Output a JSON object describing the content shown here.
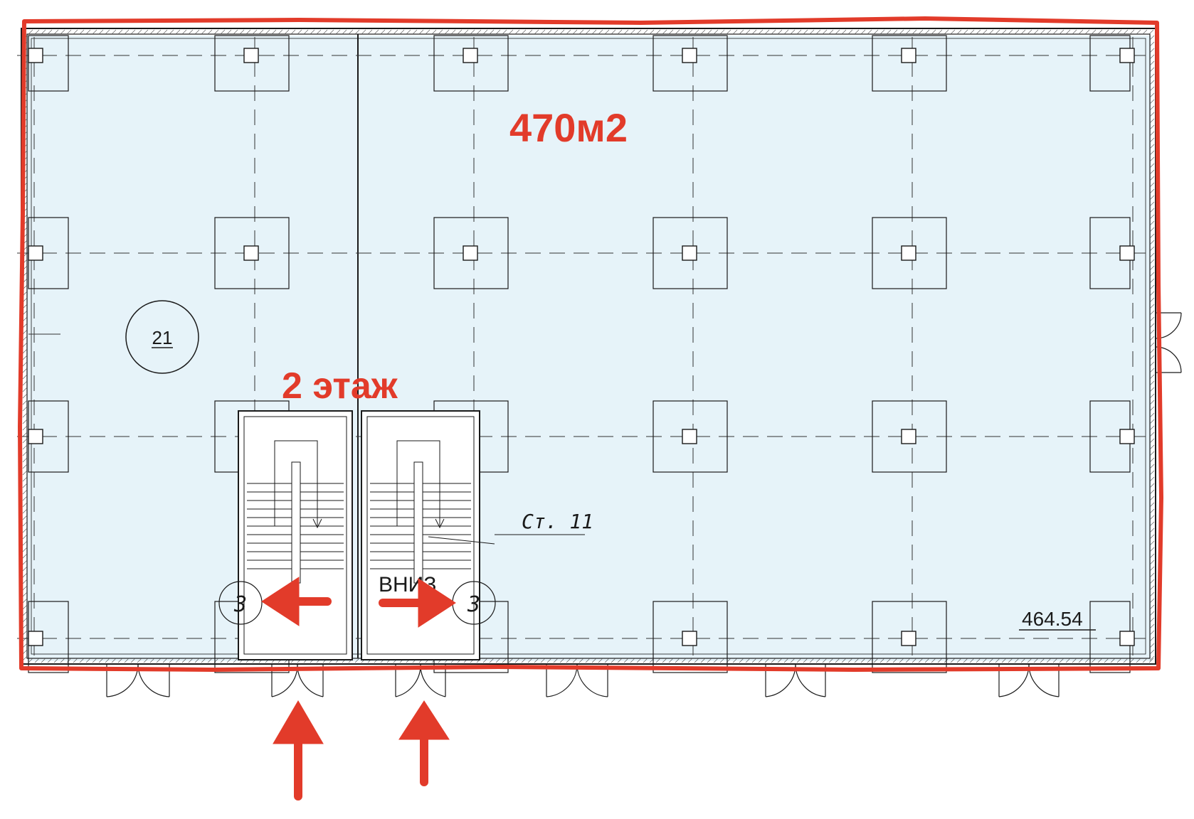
{
  "plan": {
    "area_label": "470м2",
    "floor_label": "2 этаж",
    "room_number": "21",
    "stair_label": "Ст. 11",
    "exit_label": "ВНИЗ",
    "level_mark": "464.54",
    "stair_number_left": "3",
    "stair_number_right": "3"
  },
  "colors": {
    "floor_fill": "#e6f3f9",
    "wall": "#1a1a1a",
    "annotation": "#e23b2a"
  }
}
